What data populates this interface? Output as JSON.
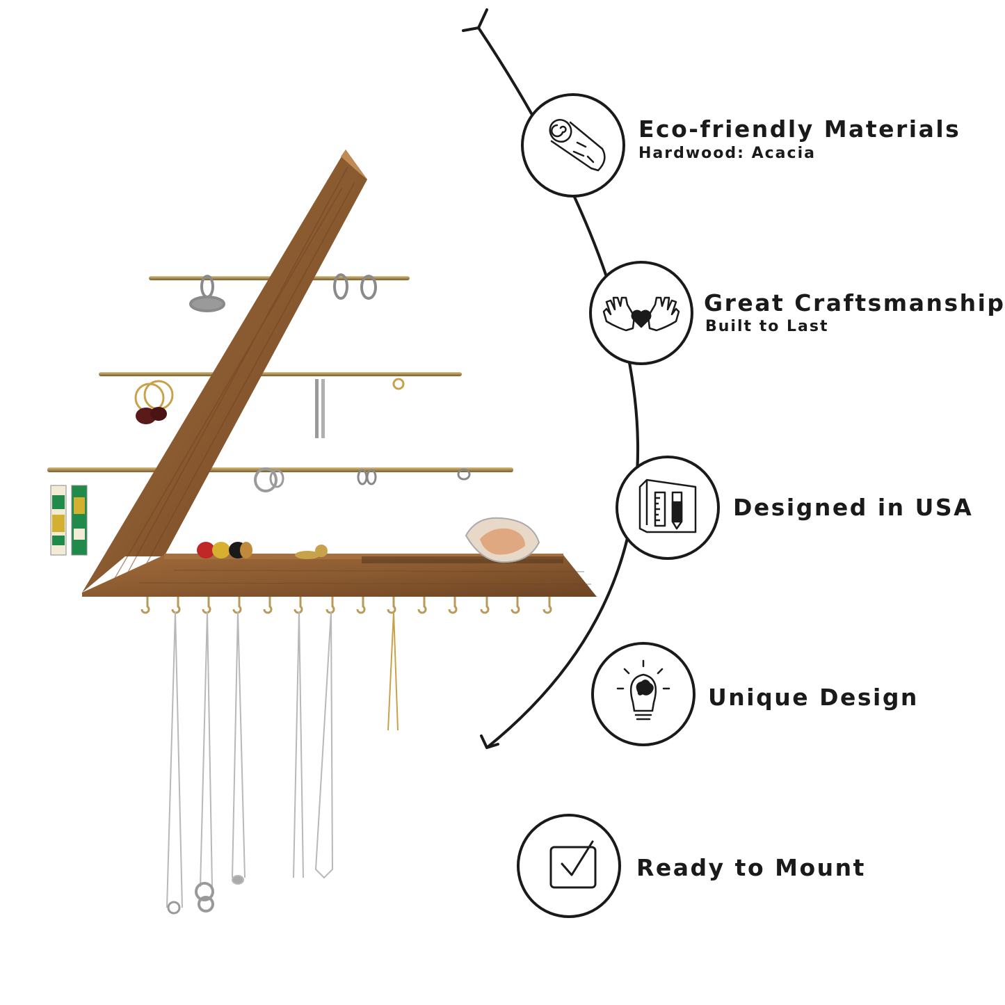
{
  "features": [
    {
      "title": "Eco-friendly Materials",
      "subtitle": "Hardwood: Acacia",
      "icon": "wood-log-icon"
    },
    {
      "title": "Great Craftsmanship",
      "subtitle": "Built to Last",
      "icon": "hands-heart-icon"
    },
    {
      "title": "Designed in USA",
      "subtitle": "",
      "icon": "blueprint-ruler-icon"
    },
    {
      "title": "Unique Design",
      "subtitle": "",
      "icon": "lightbulb-brain-icon"
    },
    {
      "title": "Ready to Mount",
      "subtitle": "",
      "icon": "checkbox-icon"
    }
  ],
  "colors": {
    "wood": "#8a5a30",
    "wood_dark": "#6b4222",
    "brass": "#b89a5a",
    "line": "#1a1a1a",
    "background": "#ffffff"
  }
}
